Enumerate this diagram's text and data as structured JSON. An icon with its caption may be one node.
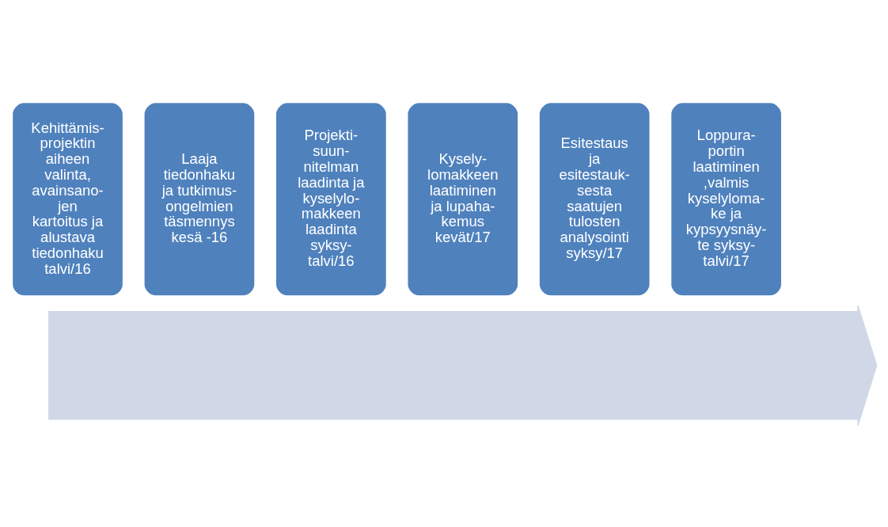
{
  "diagram": {
    "nodes": [
      {
        "text": [],
        "shape": "arrow"
      },
      {
        "text": [
          "Kehittämis- projektin aiheen valinta, avainsano- jen kartoitus ja alustava tiedonhaku talvi/16"
        ]
      },
      {
        "text": [
          "Laaja tiedonhaku ja tutkimus- ongelmien täsmennys kesä -16"
        ]
      },
      {
        "text": [
          "Projekti- suun- nitelman laadinta ja kyselylo- makkeen laadinta syksy- talvi/16"
        ]
      },
      {
        "text": [
          "Kysely- lomakkeen laatiminen ja lupaha- kemus kevät/17"
        ]
      },
      {
        "text": [
          "Esitestaus ja esitestauk- sesta saatujen tulosten analysointi syksy/17"
        ]
      },
      {
        "text": [
          "Loppura- portin laatiminen ,valmis kyselyloma- ke ja kypsyysnäy- te syksy- talvi/17"
        ]
      }
    ]
  }
}
